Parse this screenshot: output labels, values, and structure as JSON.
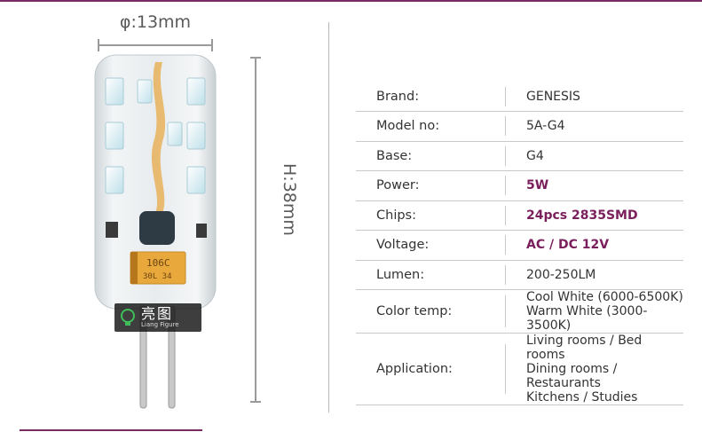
{
  "dimensions": {
    "width_label": "φ:13mm",
    "height_label": "H:38mm"
  },
  "watermark": {
    "chinese": "亮图",
    "english": "Liang Figure"
  },
  "bulb": {
    "capacitor_text_line1": "106C",
    "capacitor_text_line2": "30L 34"
  },
  "colors": {
    "accent": "#7a2a62",
    "highlight": "#7a1f5c",
    "text": "#333333",
    "rule": "#c9c9c9"
  },
  "specs": [
    {
      "label": "Brand:",
      "value_lines": [
        "GENESIS"
      ],
      "highlight": false
    },
    {
      "label": "Model no:",
      "value_lines": [
        "5A-G4"
      ],
      "highlight": false
    },
    {
      "label": "Base:",
      "value_lines": [
        "G4"
      ],
      "highlight": false
    },
    {
      "label": "Power:",
      "value_lines": [
        "5W"
      ],
      "highlight": true
    },
    {
      "label": "Chips:",
      "value_lines": [
        "24pcs 2835SMD"
      ],
      "highlight": true
    },
    {
      "label": "Voltage:",
      "value_lines": [
        "AC / DC 12V"
      ],
      "highlight": true
    },
    {
      "label": "Lumen:",
      "value_lines": [
        "200-250LM"
      ],
      "highlight": false
    },
    {
      "label": "Color temp:",
      "value_lines": [
        "Cool White (6000-6500K)",
        "Warm White (3000-3500K)"
      ],
      "highlight": false
    },
    {
      "label": "Application:",
      "value_lines": [
        "Living rooms / Bed rooms",
        "Dining rooms / Restaurants",
        "Kitchens / Studies"
      ],
      "highlight": false
    }
  ]
}
